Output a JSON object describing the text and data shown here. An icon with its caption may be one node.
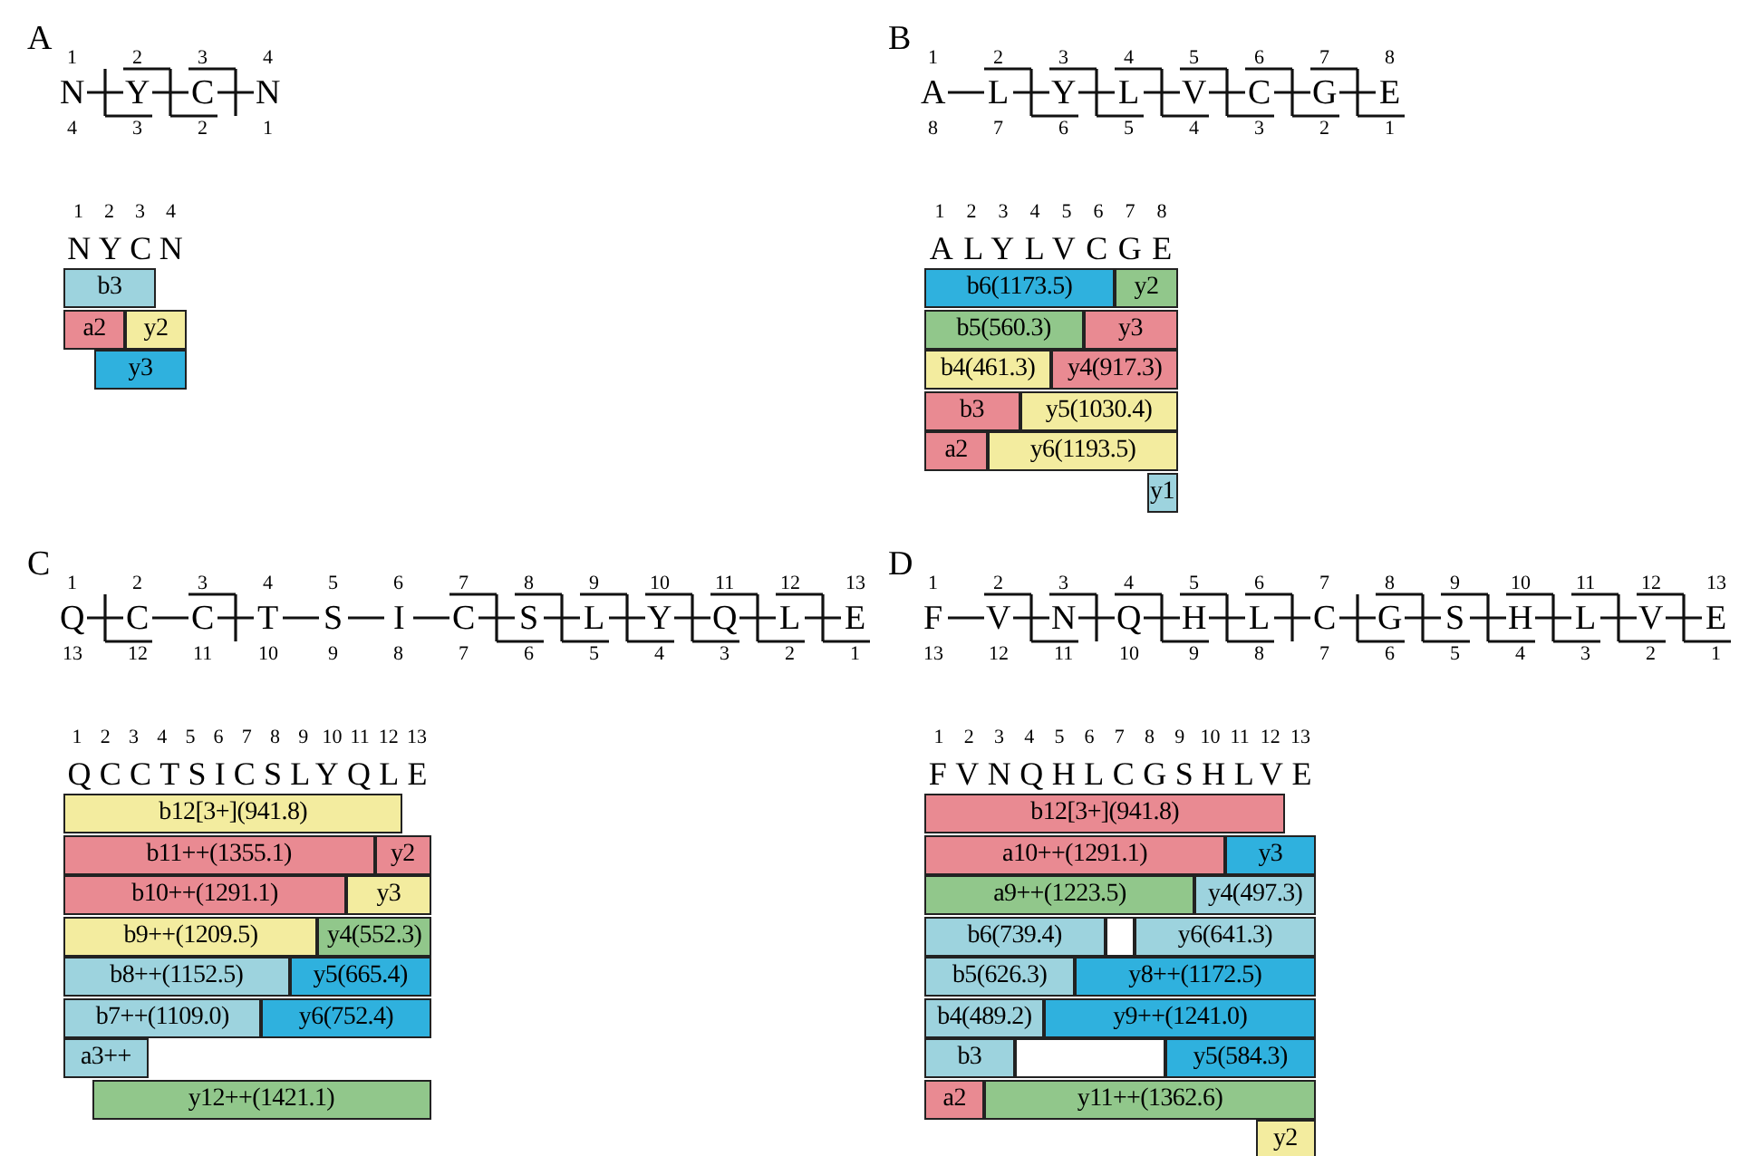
{
  "diagram": {
    "nodes": [
      {
        "text": [
          "b3"
        ]
      },
      {
        "text": [
          "a2"
        ]
      },
      {
        "text": [
          "y2"
        ]
      },
      {
        "text": [
          "y3"
        ]
      },
      {
        "text": [
          "b6(1173.5)"
        ]
      },
      {
        "text": [
          "y2"
        ]
      },
      {
        "text": [
          "b5(560.3)"
        ]
      },
      {
        "text": [
          "y3"
        ]
      },
      {
        "text": [
          "b4(461.3)"
        ]
      },
      {
        "text": [
          "y4(917.3)"
        ]
      },
      {
        "text": [
          "b3"
        ]
      },
      {
        "text": [
          "y5(1030.4)"
        ]
      },
      {
        "text": [
          "a2"
        ]
      },
      {
        "text": [
          "y6(1193.5)"
        ]
      },
      {
        "text": [
          "y1"
        ]
      },
      {
        "text": [
          "b12[3+](941.8)"
        ]
      },
      {
        "text": [
          "b11++(1355.1)"
        ]
      },
      {
        "text": [
          "y2"
        ]
      },
      {
        "text": [
          "b10++(1291.1)"
        ]
      },
      {
        "text": [
          "y3"
        ]
      },
      {
        "text": [
          "b9++(1209.5)"
        ]
      },
      {
        "text": [
          "y4(552.3)"
        ]
      },
      {
        "text": [
          "b8++(1152.5)"
        ]
      },
      {
        "text": [
          "y5(665.4)"
        ]
      },
      {
        "text": [
          "b7++(1109.0)"
        ]
      },
      {
        "text": [
          "y6(752.4)"
        ]
      },
      {
        "text": [
          "a3++"
        ]
      },
      {
        "text": [
          "y12++(1421.1)"
        ]
      },
      {
        "text": [
          "b12[3+](941.8)"
        ]
      },
      {
        "text": [
          "a10++(1291.1)"
        ]
      },
      {
        "text": [
          "y3"
        ]
      },
      {
        "text": [
          "a9++(1223.5)"
        ]
      },
      {
        "text": [
          "y4(497.3)"
        ]
      },
      {
        "text": [
          "b6(739.4)"
        ]
      },
      {
        "text": [],
        "shape": "box"
      },
      {
        "text": [
          "y6(641.3)"
        ]
      },
      {
        "text": [
          "b5(626.3)"
        ]
      },
      {
        "text": [
          "y8++(1172.5)"
        ]
      },
      {
        "text": [
          "b4(489.2)"
        ]
      },
      {
        "text": [
          "y9++(1241.0)"
        ]
      },
      {
        "text": [
          "b3"
        ]
      },
      {
        "text": [],
        "shape": "box"
      },
      {
        "text": [
          "y5(584.3)"
        ]
      },
      {
        "text": [
          "a2"
        ]
      },
      {
        "text": [
          "y11++(1362.6)"
        ]
      },
      {
        "text": [
          "y2"
        ]
      }
    ],
    "labels": [
      "A",
      "1",
      "2",
      "3",
      "4",
      "N",
      "Y",
      "C",
      "N",
      "4",
      "3",
      "2",
      "1",
      "1",
      "2",
      "3",
      "4",
      "NYCN",
      "B",
      "1",
      "2",
      "3",
      "4",
      "5",
      "6",
      "7",
      "8",
      "A",
      "L",
      "Y",
      "L",
      "V",
      "C",
      "G",
      "E",
      "8",
      "7",
      "6",
      "5",
      "4",
      "3",
      "2",
      "1",
      "1",
      "2",
      "3",
      "4",
      "5",
      "6",
      "7",
      "8",
      "ALYLVCGE",
      "C",
      "1",
      "2",
      "3",
      "4",
      "5",
      "6",
      "7",
      "8",
      "9",
      "10",
      "11",
      "12",
      "13",
      "Q",
      "C",
      "C",
      "T",
      "S",
      "I",
      "C",
      "S",
      "L",
      "Y",
      "Q",
      "L",
      "E",
      "13",
      "12",
      "11",
      "10",
      "9",
      "8",
      "7",
      "6",
      "5",
      "4",
      "3",
      "2",
      "1",
      "1",
      "2",
      "3",
      "4",
      "5",
      "6",
      "7",
      "8",
      "9",
      "10",
      "11",
      "12",
      "13",
      "QCCTSICSLYQLE",
      "D",
      "1",
      "2",
      "3",
      "4",
      "5",
      "6",
      "7",
      "8",
      "9",
      "10",
      "11",
      "12",
      "13",
      "F",
      "V",
      "N",
      "Q",
      "H",
      "L",
      "C",
      "G",
      "S",
      "H",
      "L",
      "V",
      "E",
      "13",
      "12",
      "11",
      "10",
      "9",
      "8",
      "7",
      "6",
      "5",
      "4",
      "3",
      "2",
      "1",
      "1",
      "2",
      "3",
      "4",
      "5",
      "6",
      "7",
      "8",
      "9",
      "10",
      "11",
      "12",
      "13",
      "FVNQHLCGSHLVE"
    ]
  }
}
